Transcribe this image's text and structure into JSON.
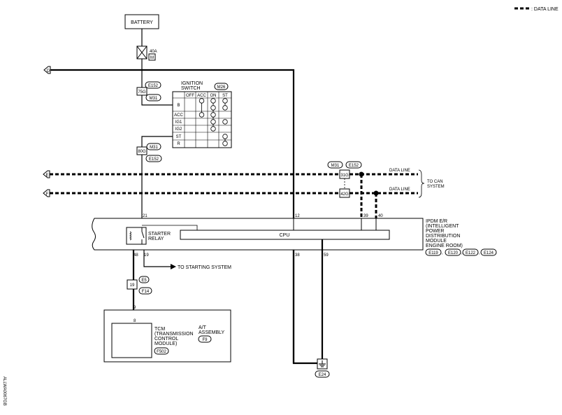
{
  "legend": {
    "label": ": DATA LINE"
  },
  "image_id": "ALLWA0067GB",
  "battery": {
    "label": "BATTERY"
  },
  "fuse": {
    "amp": "40A",
    "letter": "M"
  },
  "connectors": {
    "e152_top": "E152",
    "m31_top": "M31",
    "pin_75g": "75G",
    "m26": "M26",
    "m31_mid": "M31",
    "pin_80g": "80G",
    "e152_mid": "E152",
    "m31_can": "M31",
    "e152_can": "E152",
    "pin_31g": "31G",
    "pin_42g": "42G",
    "e5": "E5",
    "pin_19": "19",
    "f14": "F14",
    "f9": "F9",
    "f502": "F502",
    "e24": "E24",
    "e119": "E119",
    "e120": "E120",
    "e122": "E122",
    "e124": "E124"
  },
  "ignition": {
    "title_line1": "IGNITION",
    "title_line2": "SWITCH",
    "columns": [
      "OFF",
      "ACC",
      "ON",
      "ST"
    ],
    "rows": [
      "B",
      "ACC",
      "IG1",
      "IG2",
      "ST",
      "R"
    ]
  },
  "offpage": {
    "d": "D",
    "e": "E",
    "f": "F"
  },
  "can": {
    "data_line_1": "DATA LINE",
    "data_line_2": "DATA LINE",
    "to_can_1": "TO CAN",
    "to_can_2": "SYSTEM"
  },
  "ipdm": {
    "pins": {
      "p21": "21",
      "p12": "12",
      "p39": "39",
      "p40": "40",
      "p48": "48",
      "p19": "19",
      "p38": "38",
      "p59": "59"
    },
    "cpu": "CPU",
    "relay_line1": "STARTER",
    "relay_line2": "RELAY",
    "label": [
      "IPDM E/R",
      "(INTELLIGENT",
      "POWER",
      "DISTRIBUTION",
      "MODULE",
      "ENGINE ROOM)"
    ]
  },
  "to_starting": "TO STARTING SYSTEM",
  "harness_pins": {
    "p9": "9",
    "p8": "8"
  },
  "tcm": {
    "label": [
      "TCM",
      "(TRANSMISSION",
      "CONTROL",
      "MODULE)"
    ],
    "assembly": [
      "A/T",
      "ASSEMBLY"
    ]
  }
}
